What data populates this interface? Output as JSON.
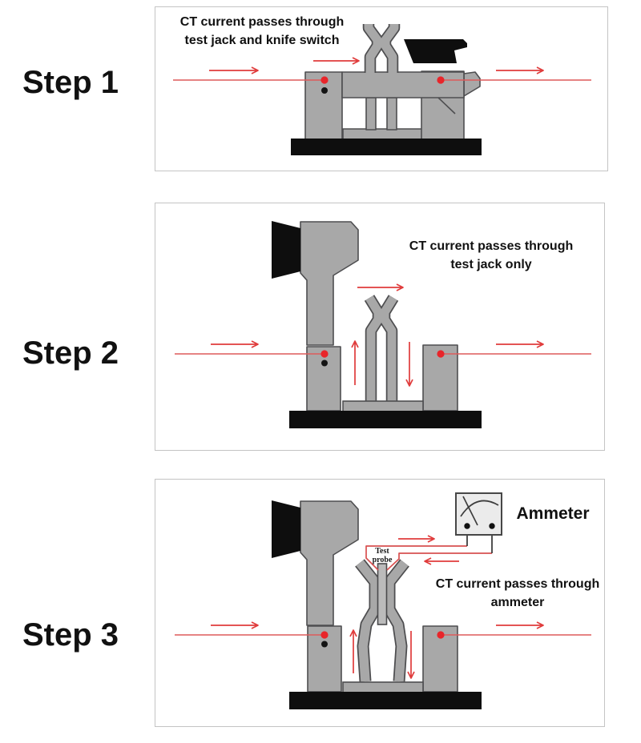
{
  "palette": {
    "line_red": "#dd5a5a",
    "arrow_red": "#e03c3c",
    "dot_red": "#e8252a",
    "wire_red": "#d85050",
    "device_gray": "#a8a8a8",
    "device_outline": "#4e4e50",
    "black_part": "#0e0e0e",
    "panel_border": "#c4c4c4",
    "ammeter_fill": "#ebebeb",
    "probe_fill": "#bbbbbb"
  },
  "steps": [
    {
      "label": "Step 1",
      "caption": [
        "CT current passes through",
        "test jack and knife switch"
      ]
    },
    {
      "label": "Step 2",
      "caption": [
        "CT current passes through",
        "test jack only"
      ]
    },
    {
      "label": "Step 3",
      "caption": [
        "CT current passes through",
        "ammeter"
      ],
      "ammeter_label": "Ammeter",
      "probe_label": [
        "Test",
        "probe"
      ]
    }
  ]
}
